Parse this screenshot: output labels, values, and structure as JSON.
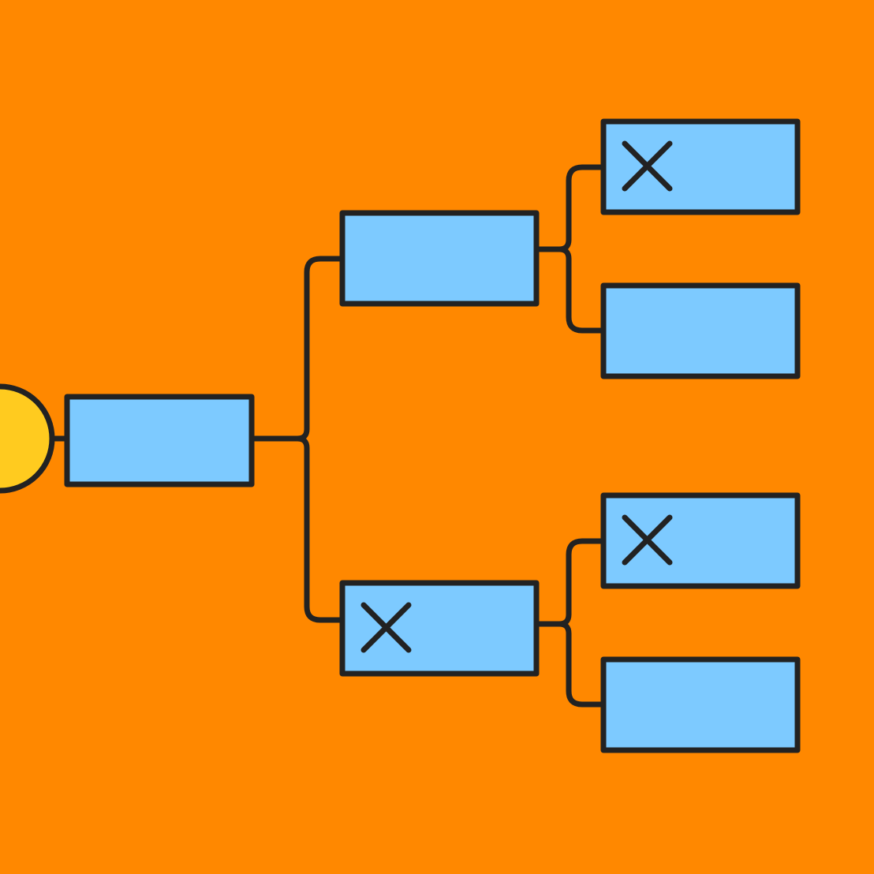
{
  "colors": {
    "background": "#FF8800",
    "node_fill": "#7DCAFF",
    "root_fill": "#FFCB1F",
    "stroke": "#222222"
  },
  "diagram": {
    "type": "decision-tree",
    "root": {
      "shape": "circle",
      "label": ""
    },
    "nodes": [
      {
        "id": "level-1",
        "parent": "root",
        "label": "",
        "marked": false
      },
      {
        "id": "level-2-top",
        "parent": "level-1",
        "label": "",
        "marked": false
      },
      {
        "id": "level-2-bottom",
        "parent": "level-1",
        "label": "",
        "marked": true
      },
      {
        "id": "level-3-a",
        "parent": "level-2-top",
        "label": "",
        "marked": true
      },
      {
        "id": "level-3-b",
        "parent": "level-2-top",
        "label": "",
        "marked": false
      },
      {
        "id": "level-3-c",
        "parent": "level-2-bottom",
        "label": "",
        "marked": true
      },
      {
        "id": "level-3-d",
        "parent": "level-2-bottom",
        "label": "",
        "marked": false
      }
    ],
    "marker_icon": "x-mark-icon"
  }
}
